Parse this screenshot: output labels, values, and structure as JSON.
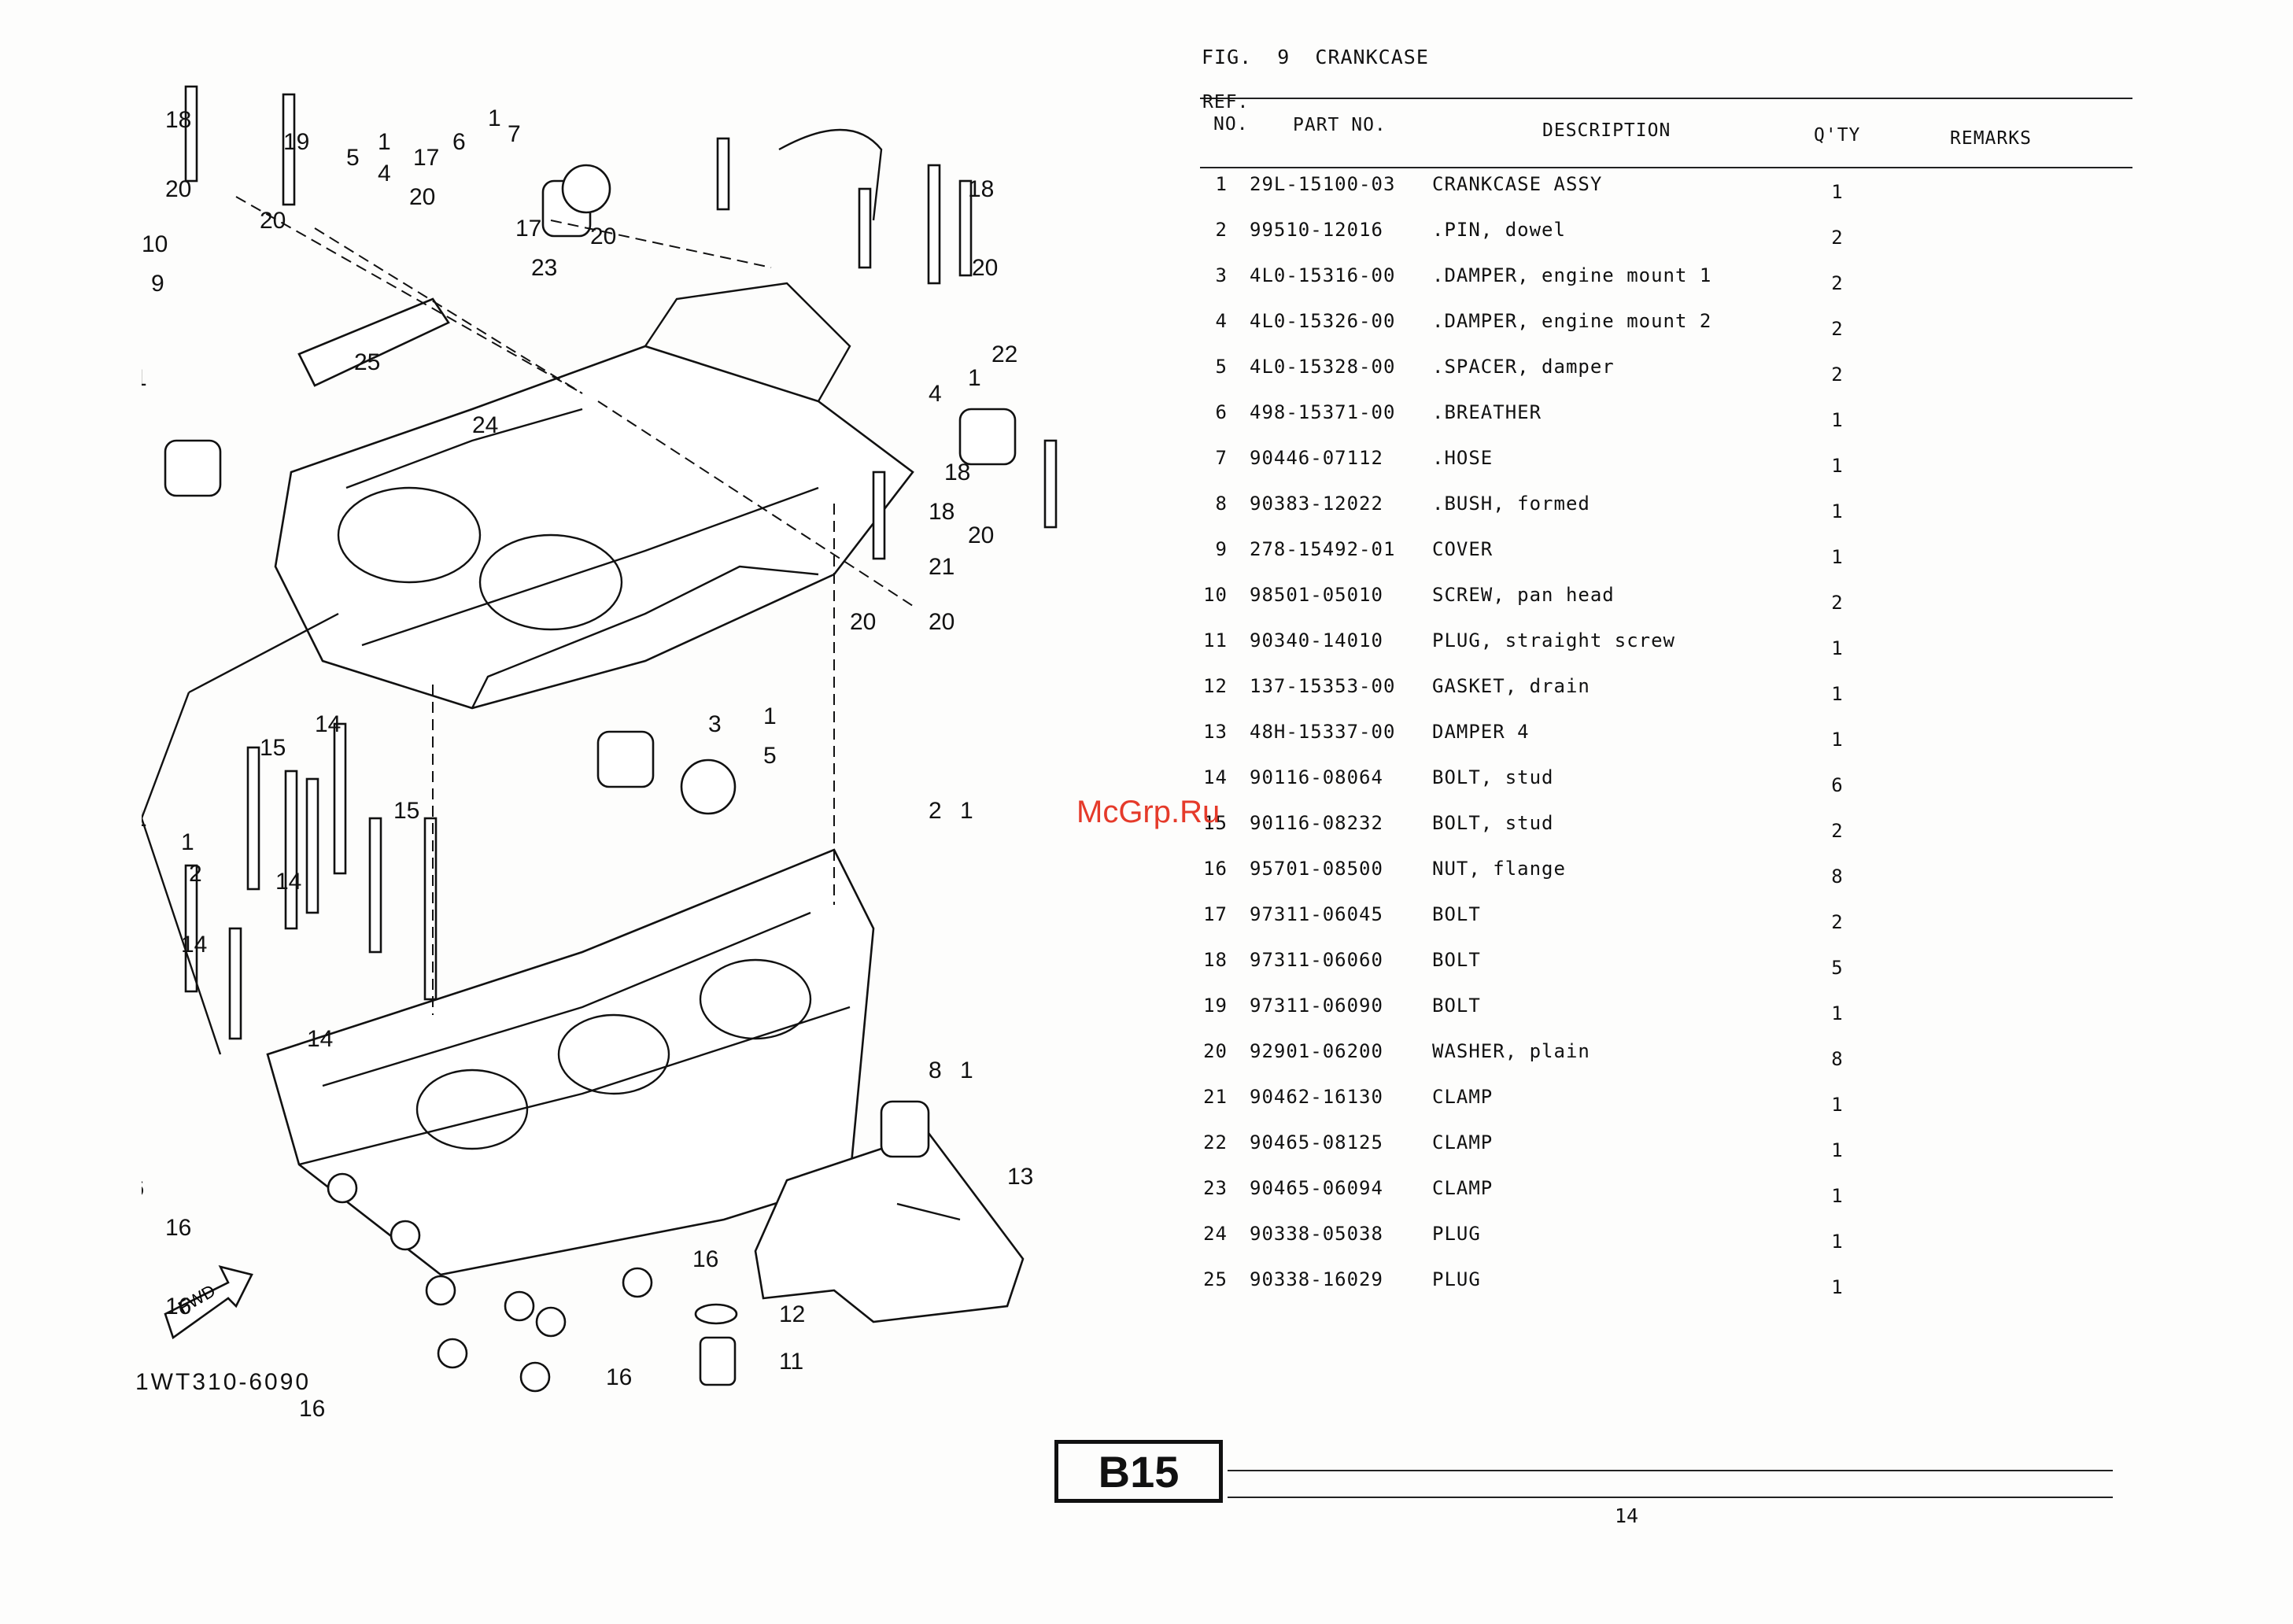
{
  "figure": {
    "label": "FIG.",
    "number": "9",
    "title": "CRANKCASE"
  },
  "table_headers": {
    "ref_line1": "REF.",
    "ref_line2": "NO.",
    "part_no": "PART NO.",
    "description": "DESCRIPTION",
    "qty": "Q'TY",
    "remarks": "REMARKS"
  },
  "parts": [
    {
      "ref": "1",
      "part_no": "29L-15100-03",
      "description": "CRANKCASE ASSY",
      "qty": "1",
      "remarks": ""
    },
    {
      "ref": "2",
      "part_no": "99510-12016",
      "description": ".PIN, dowel",
      "qty": "2",
      "remarks": ""
    },
    {
      "ref": "3",
      "part_no": "4L0-15316-00",
      "description": ".DAMPER, engine mount 1",
      "qty": "2",
      "remarks": ""
    },
    {
      "ref": "4",
      "part_no": "4L0-15326-00",
      "description": ".DAMPER, engine mount 2",
      "qty": "2",
      "remarks": ""
    },
    {
      "ref": "5",
      "part_no": "4L0-15328-00",
      "description": ".SPACER, damper",
      "qty": "2",
      "remarks": ""
    },
    {
      "ref": "6",
      "part_no": "498-15371-00",
      "description": ".BREATHER",
      "qty": "1",
      "remarks": ""
    },
    {
      "ref": "7",
      "part_no": "90446-07112",
      "description": ".HOSE",
      "qty": "1",
      "remarks": ""
    },
    {
      "ref": "8",
      "part_no": "90383-12022",
      "description": ".BUSH, formed",
      "qty": "1",
      "remarks": ""
    },
    {
      "ref": "9",
      "part_no": "278-15492-01",
      "description": "COVER",
      "qty": "1",
      "remarks": ""
    },
    {
      "ref": "10",
      "part_no": "98501-05010",
      "description": "SCREW, pan head",
      "qty": "2",
      "remarks": ""
    },
    {
      "ref": "11",
      "part_no": "90340-14010",
      "description": "PLUG, straight screw",
      "qty": "1",
      "remarks": ""
    },
    {
      "ref": "12",
      "part_no": "137-15353-00",
      "description": "GASKET, drain",
      "qty": "1",
      "remarks": ""
    },
    {
      "ref": "13",
      "part_no": "48H-15337-00",
      "description": "DAMPER 4",
      "qty": "1",
      "remarks": ""
    },
    {
      "ref": "14",
      "part_no": "90116-08064",
      "description": "BOLT, stud",
      "qty": "6",
      "remarks": ""
    },
    {
      "ref": "15",
      "part_no": "90116-08232",
      "description": "BOLT, stud",
      "qty": "2",
      "remarks": ""
    },
    {
      "ref": "16",
      "part_no": "95701-08500",
      "description": "NUT, flange",
      "qty": "8",
      "remarks": ""
    },
    {
      "ref": "17",
      "part_no": "97311-06045",
      "description": "BOLT",
      "qty": "2",
      "remarks": ""
    },
    {
      "ref": "18",
      "part_no": "97311-06060",
      "description": "BOLT",
      "qty": "5",
      "remarks": ""
    },
    {
      "ref": "19",
      "part_no": "97311-06090",
      "description": "BOLT",
      "qty": "1",
      "remarks": ""
    },
    {
      "ref": "20",
      "part_no": "92901-06200",
      "description": "WASHER, plain",
      "qty": "8",
      "remarks": ""
    },
    {
      "ref": "21",
      "part_no": "90462-16130",
      "description": "CLAMP",
      "qty": "1",
      "remarks": ""
    },
    {
      "ref": "22",
      "part_no": "90465-08125",
      "description": "CLAMP",
      "qty": "1",
      "remarks": ""
    },
    {
      "ref": "23",
      "part_no": "90465-06094",
      "description": "CLAMP",
      "qty": "1",
      "remarks": ""
    },
    {
      "ref": "24",
      "part_no": "90338-05038",
      "description": "PLUG",
      "qty": "1",
      "remarks": ""
    },
    {
      "ref": "25",
      "part_no": "90338-16029",
      "description": "PLUG",
      "qty": "1",
      "remarks": ""
    }
  ],
  "diagram": {
    "code": "1WT310-6090",
    "fwd_label": "FWD"
  },
  "watermark": "McGrp.Ru",
  "page_badge": "B15",
  "page_number": "14"
}
